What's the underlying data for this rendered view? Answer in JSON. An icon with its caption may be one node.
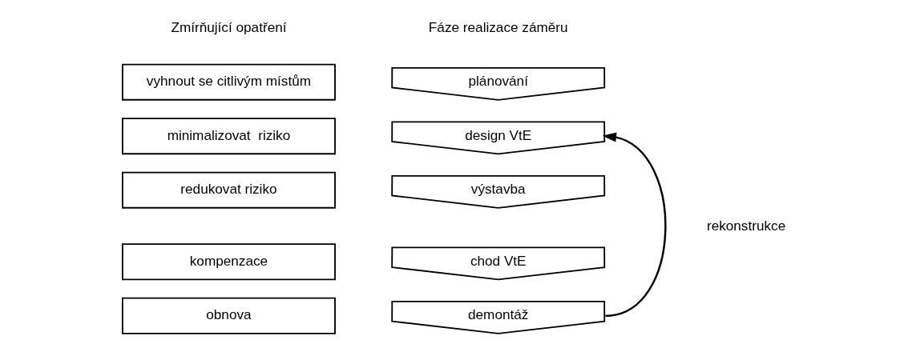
{
  "diagram": {
    "nodes": [
      {
        "text": [
          "vyhnout se citlivým místům"
        ]
      },
      {
        "text": [
          "minimalizovat  riziko"
        ]
      },
      {
        "text": [
          "redukovat riziko"
        ]
      },
      {
        "text": [
          "kompenzace"
        ]
      },
      {
        "text": [
          "obnova"
        ]
      },
      {
        "text": [
          "plánování"
        ]
      },
      {
        "text": [
          "design VtE"
        ]
      },
      {
        "text": [
          "výstavba"
        ]
      },
      {
        "text": [
          "chod VtE"
        ]
      },
      {
        "text": [
          "demontáž"
        ]
      }
    ],
    "edges": [
      {
        "from": 9,
        "to": 6,
        "arrow": "to",
        "label": "rekonstrukce"
      }
    ],
    "labels": [
      "Zmírňující opatření",
      "Fáze realizace záměru"
    ]
  }
}
